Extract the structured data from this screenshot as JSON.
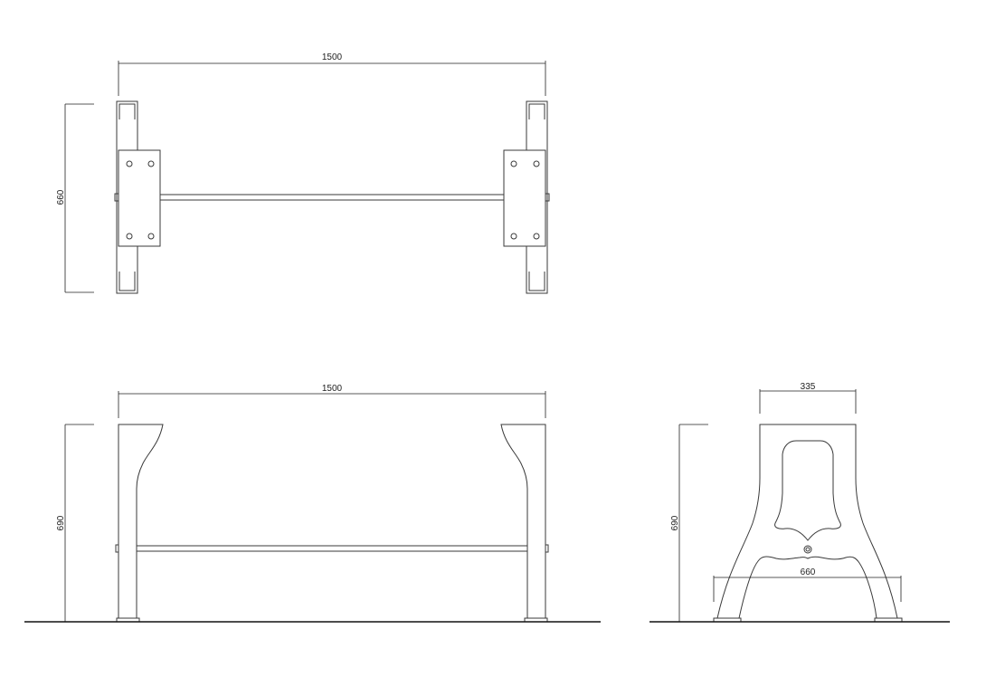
{
  "drawing": {
    "top_view": {
      "width_label": "1500",
      "depth_label": "660"
    },
    "front_view": {
      "width_label": "1500",
      "height_label": "690"
    },
    "side_view": {
      "top_width_label": "335",
      "height_label": "690",
      "base_width_label": "660"
    }
  }
}
